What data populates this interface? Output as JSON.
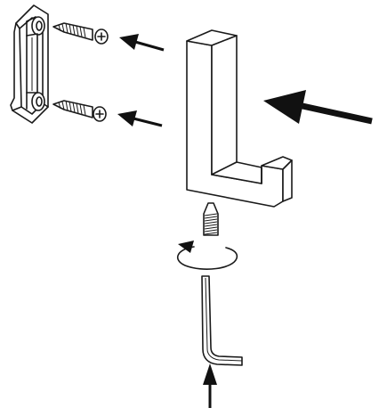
{
  "diagram": {
    "type": "assembly-instructions",
    "parts": [
      "mounting-bracket",
      "wood-screw",
      "wood-screw",
      "hook",
      "set-screw",
      "hex-key"
    ],
    "colors": {
      "line": "#1a1a1a",
      "arrow": "#111111",
      "background": "#ffffff"
    }
  }
}
